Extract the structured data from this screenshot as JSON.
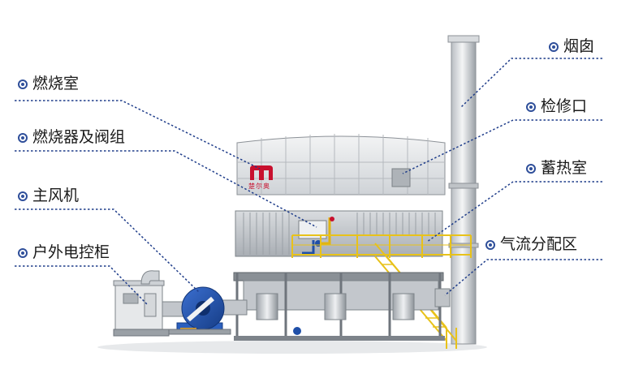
{
  "labels": {
    "left": {
      "combustion_chamber": "燃烧室",
      "burner_valve_group": "燃烧器及阀组",
      "main_fan": "主风机",
      "outdoor_control_cabinet": "户外电控柜"
    },
    "right": {
      "chimney": "烟囱",
      "access_port": "检修口",
      "regenerative_chamber": "蓄热室",
      "airflow_distribution_zone": "气流分配区"
    }
  },
  "logo_text": "楚尔奥",
  "colors": {
    "leader_line": "#1f3d8a",
    "bullet": "#2f4f9a",
    "steel_frame": "#6f757c",
    "housing": "#c9ced3",
    "fan_blue": "#1f4fa8",
    "railing_yellow": "#e8c21a",
    "logo_red": "#c8102e"
  }
}
